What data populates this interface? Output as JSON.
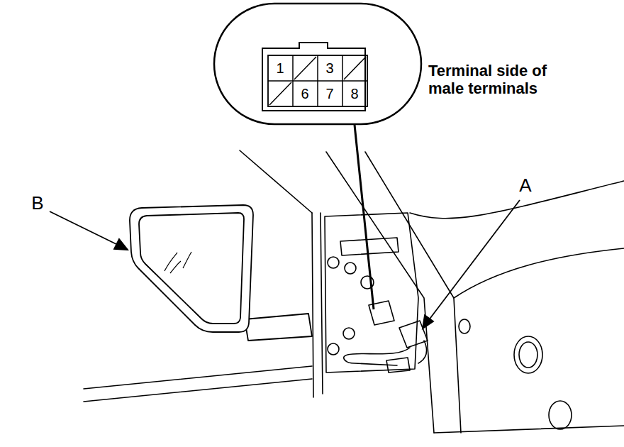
{
  "diagram": {
    "labels": [
      "1",
      "3",
      "6",
      "7",
      "8",
      "Terminal side of male terminals",
      "A",
      "B"
    ]
  }
}
